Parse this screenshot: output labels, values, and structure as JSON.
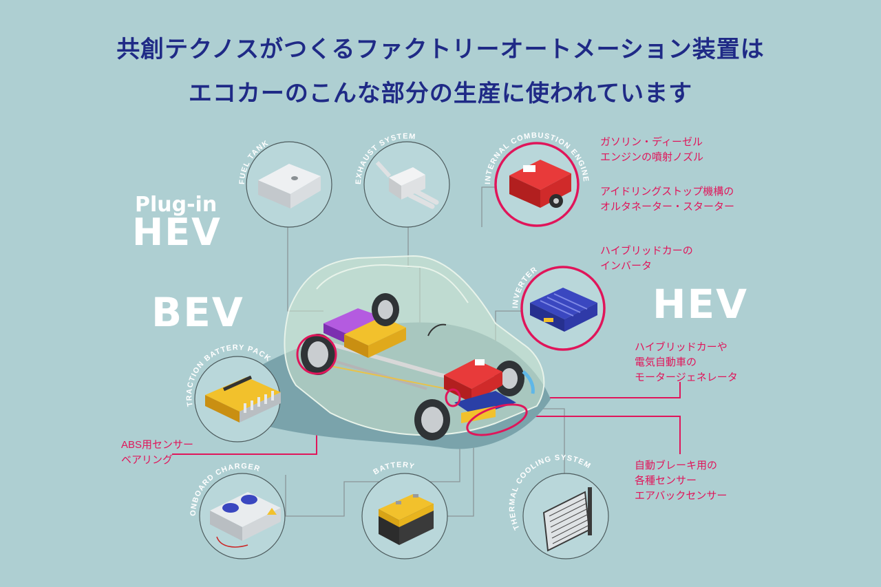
{
  "title": {
    "line1": "共創テクノスがつくるファクトリーオートメーション装置は",
    "line2": "エコカーのこんな部分の生産に使われています"
  },
  "badges": {
    "plugin_small": "Plug-in",
    "plugin_big": "HEV",
    "bev": "BEV",
    "hev": "HEV"
  },
  "components": {
    "fuel_tank": "FUEL TANK",
    "exhaust": "EXHAUST SYSTEM",
    "engine": "INTERNAL COMBUSTION ENGINE",
    "inverter": "INVERTER",
    "traction_battery": "TRACTION BATTERY PACK",
    "onboard_charger": "ONBOARD CHARGER",
    "battery": "BATTERY",
    "cooling": "THERMAL COOLING SYSTEM"
  },
  "notes": {
    "nozzle": [
      "ガソリン・ディーゼル",
      "エンジンの噴射ノズル"
    ],
    "idling": [
      "アイドリングストップ機構の",
      "オルタネーター・スターター"
    ],
    "inverter": [
      "ハイブリッドカーの",
      "インバータ"
    ],
    "motor": [
      "ハイブリッドカーや",
      "電気自動車の",
      "モータージェネレータ"
    ],
    "abs": [
      "ABS用センサー",
      "ベアリング"
    ],
    "brake": [
      "自動ブレーキ用の",
      "各種センサー",
      "エアバックセンサー"
    ]
  },
  "colors": {
    "background": "#aecfd2",
    "title": "#1f2a86",
    "accent": "#e0155a",
    "badge": "#ffffff"
  }
}
